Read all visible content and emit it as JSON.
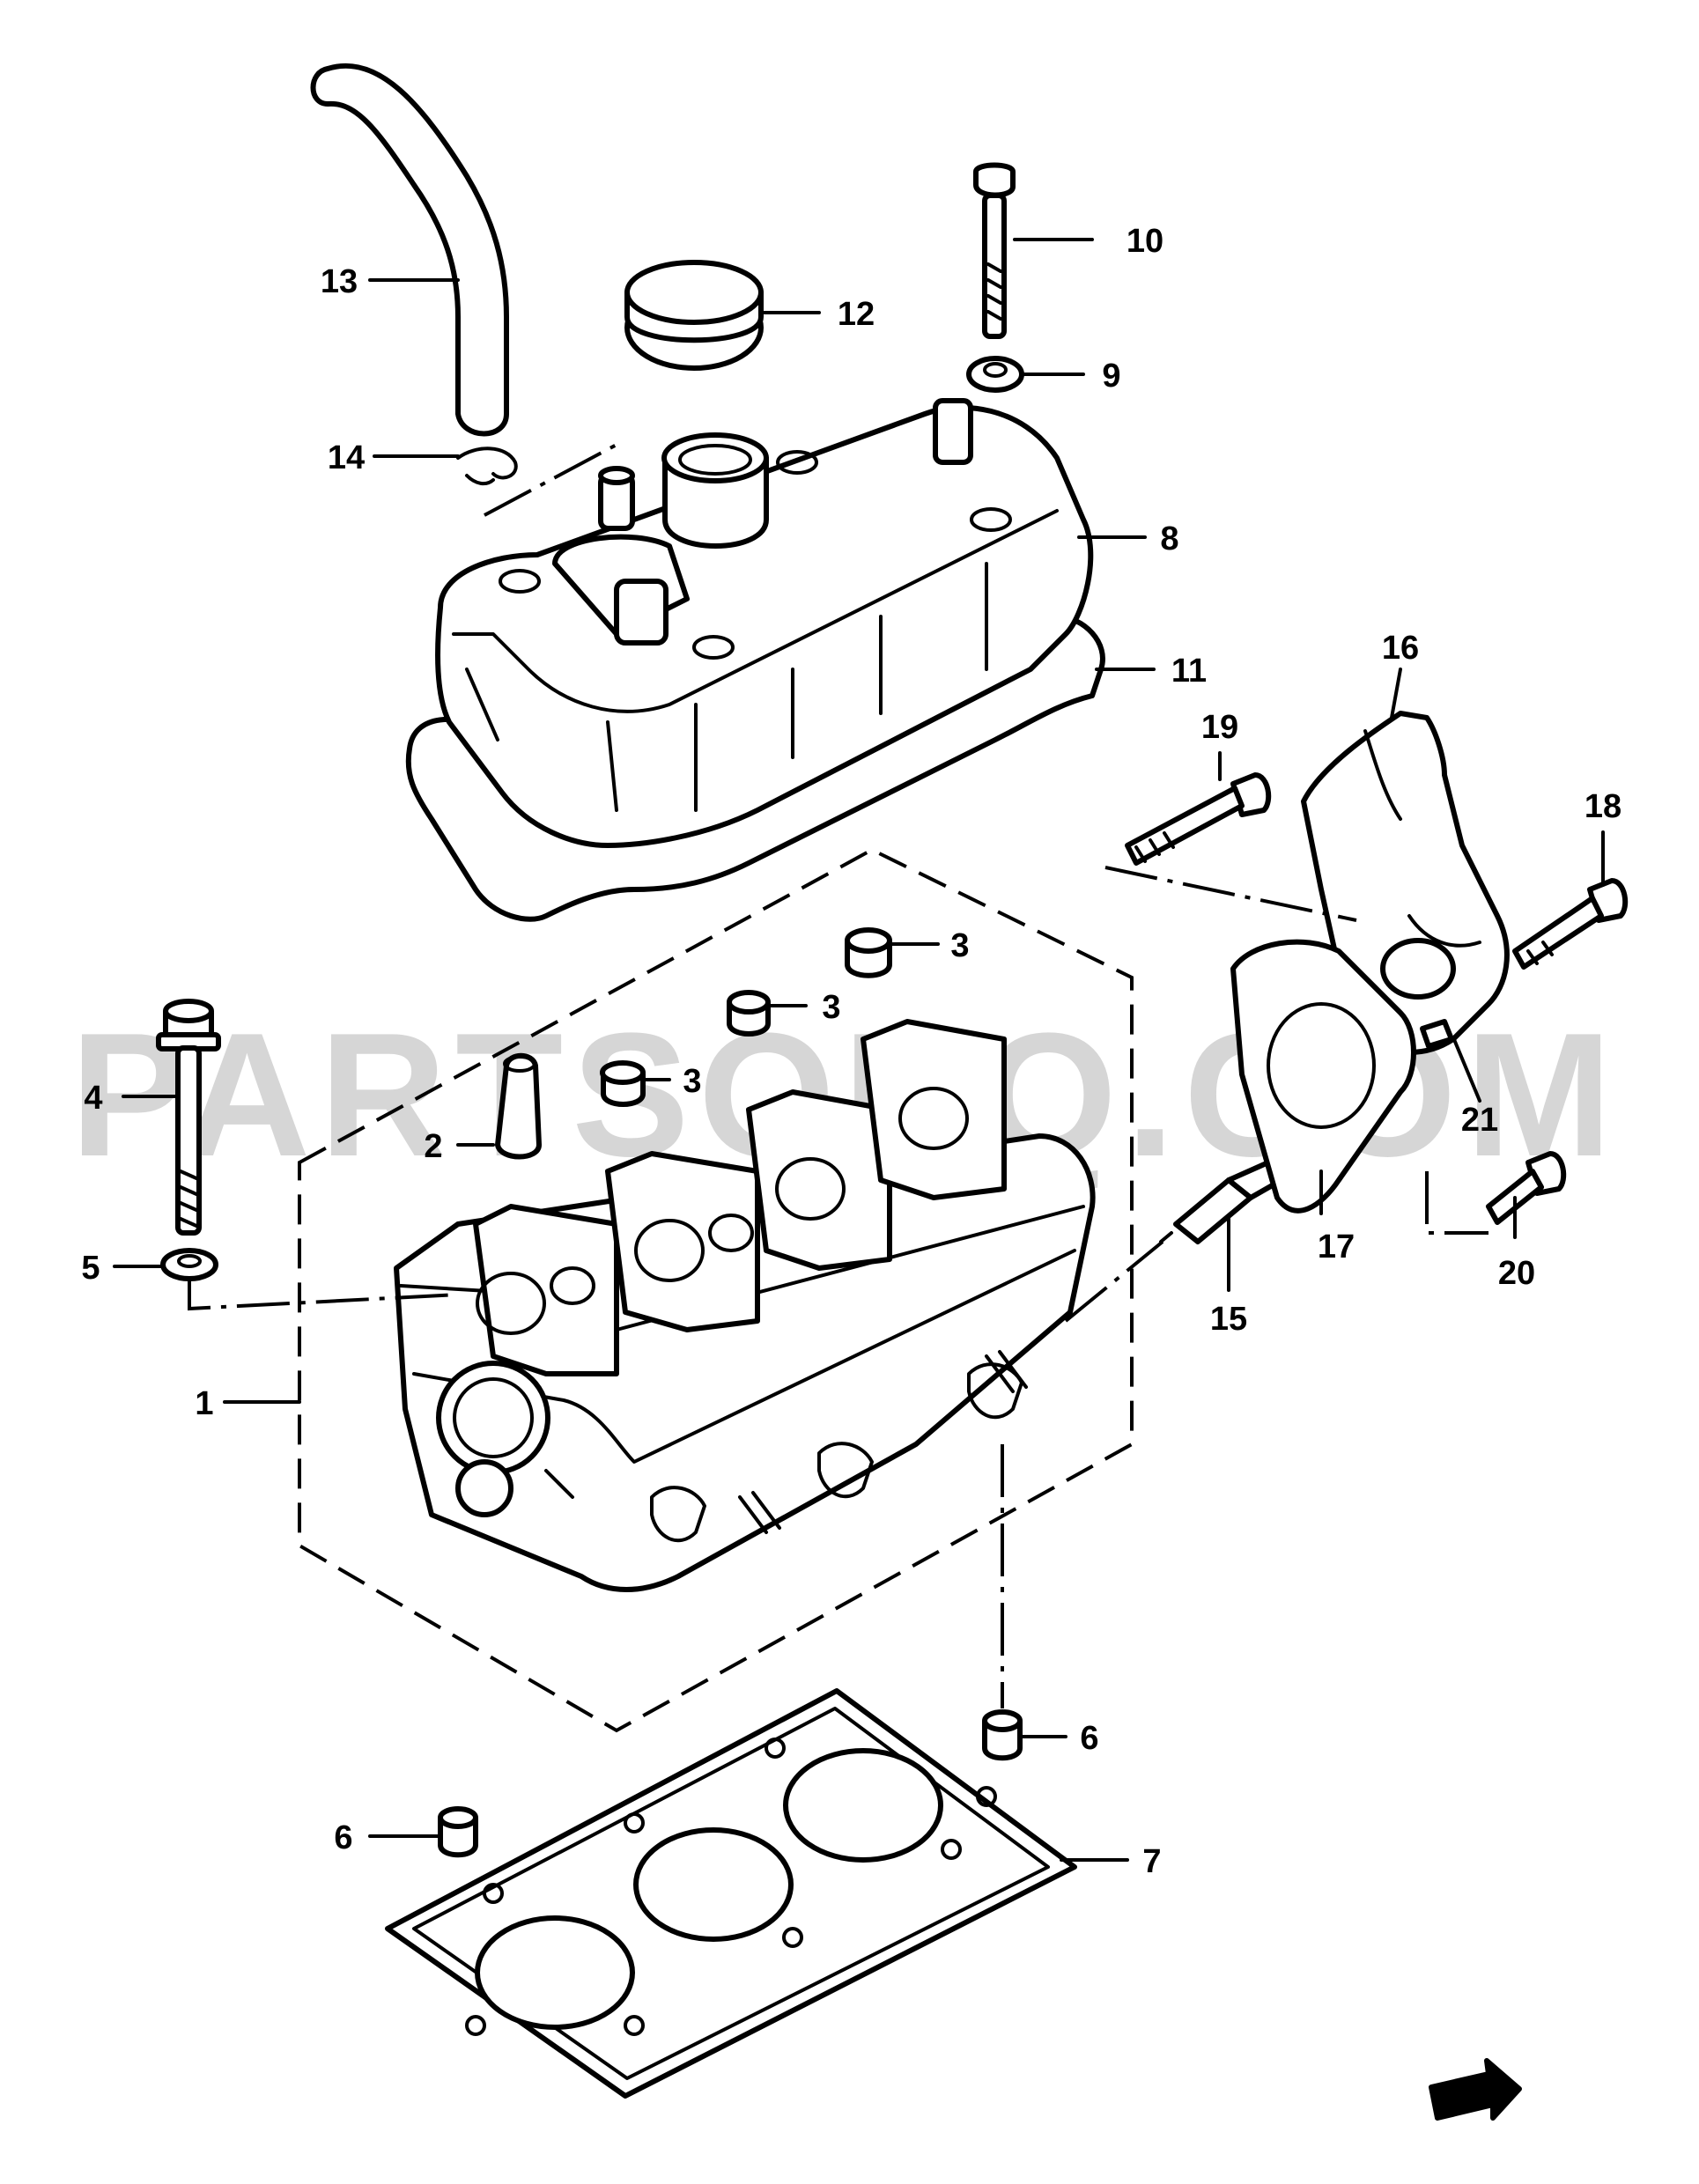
{
  "watermark": "PARTSOUQ.COM",
  "diagram": {
    "callouts": [
      {
        "id": "c1",
        "text": "1"
      },
      {
        "id": "c2",
        "text": "2"
      },
      {
        "id": "c3a",
        "text": "3"
      },
      {
        "id": "c3b",
        "text": "3"
      },
      {
        "id": "c3c",
        "text": "3"
      },
      {
        "id": "c4",
        "text": "4"
      },
      {
        "id": "c5",
        "text": "5"
      },
      {
        "id": "c6a",
        "text": "6"
      },
      {
        "id": "c6b",
        "text": "6"
      },
      {
        "id": "c7",
        "text": "7"
      },
      {
        "id": "c8",
        "text": "8"
      },
      {
        "id": "c9",
        "text": "9"
      },
      {
        "id": "c10",
        "text": "10"
      },
      {
        "id": "c11",
        "text": "11"
      },
      {
        "id": "c12",
        "text": "12"
      },
      {
        "id": "c13",
        "text": "13"
      },
      {
        "id": "c14",
        "text": "14"
      },
      {
        "id": "c15",
        "text": "15"
      },
      {
        "id": "c16",
        "text": "16"
      },
      {
        "id": "c17",
        "text": "17"
      },
      {
        "id": "c18",
        "text": "18"
      },
      {
        "id": "c19",
        "text": "19"
      },
      {
        "id": "c20",
        "text": "20"
      },
      {
        "id": "c21",
        "text": "21"
      }
    ]
  },
  "colors": {
    "line": "#000000",
    "background": "#ffffff",
    "watermark": "#d6d6d6"
  }
}
